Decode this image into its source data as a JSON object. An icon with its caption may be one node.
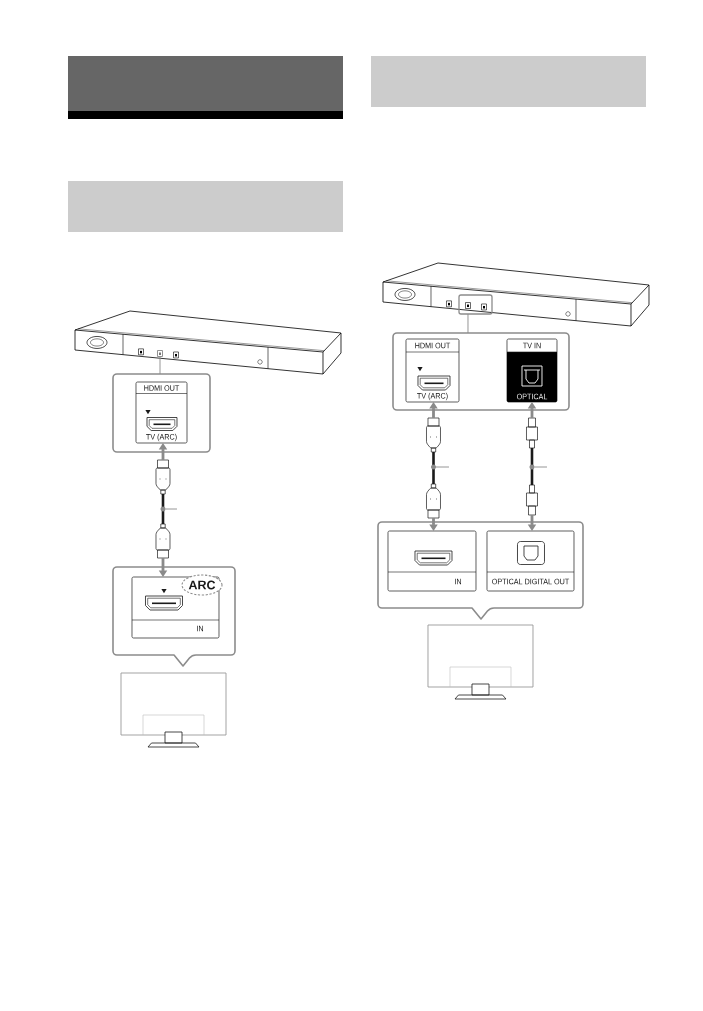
{
  "diagram": {
    "nodes": [
      {
        "text": [],
        "shape": "picture"
      },
      {
        "text": [],
        "shape": "box",
        "in": 0
      },
      {
        "text": [],
        "shape": "box"
      },
      {
        "text": [
          "HDMI OUT",
          "TV (ARC)"
        ],
        "in": 2
      },
      {
        "text": [],
        "shape": "picture"
      },
      {
        "text": [],
        "shape": "circle",
        "in": 4
      },
      {
        "text": [],
        "shape": "box"
      },
      {
        "text": [
          "IN"
        ],
        "in": 6
      },
      {
        "text": [
          "ARC"
        ],
        "in": 7
      },
      {
        "text": [],
        "shape": "picture"
      },
      {
        "text": [],
        "shape": "picture"
      },
      {
        "text": [],
        "shape": "box",
        "in": 10
      },
      {
        "text": [],
        "shape": "box"
      },
      {
        "text": [
          "HDMI OUT",
          "TV (ARC)"
        ],
        "in": 12
      },
      {
        "text": [
          "TV IN",
          "OPTICAL"
        ],
        "in": 12
      },
      {
        "text": [],
        "shape": "picture"
      },
      {
        "text": [],
        "shape": "circle",
        "in": 15
      },
      {
        "text": [],
        "shape": "picture"
      },
      {
        "text": [],
        "shape": "circle",
        "in": 17
      },
      {
        "text": [],
        "shape": "box"
      },
      {
        "text": [
          "IN"
        ],
        "in": 19
      },
      {
        "text": [
          "OPTICAL DIGITAL OUT"
        ],
        "in": 19
      },
      {
        "text": [],
        "shape": "picture"
      }
    ],
    "edges": [
      {
        "from": 1,
        "to": 2,
        "arrow": "none"
      },
      {
        "from": 4,
        "to": 3,
        "arrow": "to"
      },
      {
        "from": 4,
        "to": 7,
        "arrow": "to"
      },
      {
        "from": null,
        "to": 5,
        "arrow": "none"
      },
      {
        "from": 11,
        "to": 12,
        "arrow": "none"
      },
      {
        "from": 15,
        "to": 13,
        "arrow": "to"
      },
      {
        "from": 15,
        "to": 20,
        "arrow": "to"
      },
      {
        "from": 17,
        "to": 14,
        "arrow": "to"
      },
      {
        "from": 17,
        "to": 21,
        "arrow": "to"
      },
      {
        "from": null,
        "to": 16,
        "arrow": "none"
      },
      {
        "from": null,
        "to": 18,
        "arrow": "none"
      }
    ]
  }
}
